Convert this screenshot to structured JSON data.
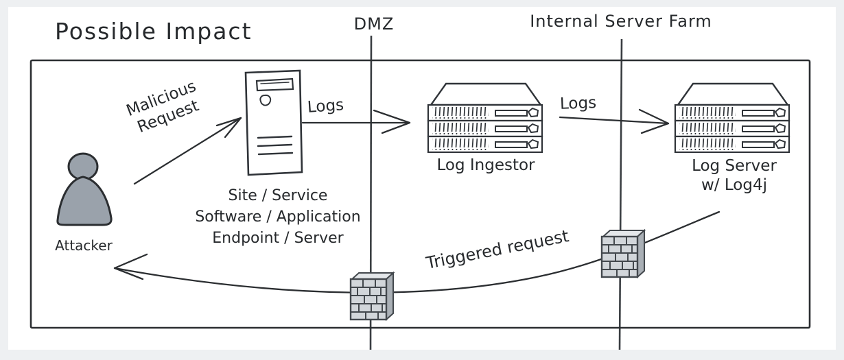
{
  "title": "Possible Impact",
  "zones": {
    "dmz": {
      "label": "DMZ"
    },
    "internal": {
      "label": "Internal Server Farm"
    }
  },
  "nodes": {
    "attacker": {
      "label": "Attacker"
    },
    "frontend": {
      "caption_lines": [
        "Site / Service",
        "Software / Application",
        "Endpoint / Server"
      ]
    },
    "log_ingestor": {
      "label": "Log Ingestor"
    },
    "log_server": {
      "lines": [
        "Log Server",
        "w/ Log4j"
      ]
    }
  },
  "edges": {
    "malicious_request": {
      "lines": [
        "Malicious",
        "Request"
      ]
    },
    "logs_to_ingestor": {
      "label": "Logs"
    },
    "logs_to_server": {
      "label": "Logs"
    },
    "triggered_request": {
      "label": "Triggered request"
    }
  },
  "icons": [
    "attacker-person-icon",
    "tower-server-icon",
    "rack-server-icon",
    "rack-server-icon",
    "firewall-brick-icon",
    "firewall-brick-icon"
  ],
  "colors": {
    "ink": "#2f3338",
    "page_background": "#eef0f2",
    "canvas": "#ffffff",
    "attacker_fill": "#9aa2ab",
    "brick_front": "#d2d6da",
    "brick_side": "#aab0b6",
    "brick_top": "#e4e7ea"
  }
}
